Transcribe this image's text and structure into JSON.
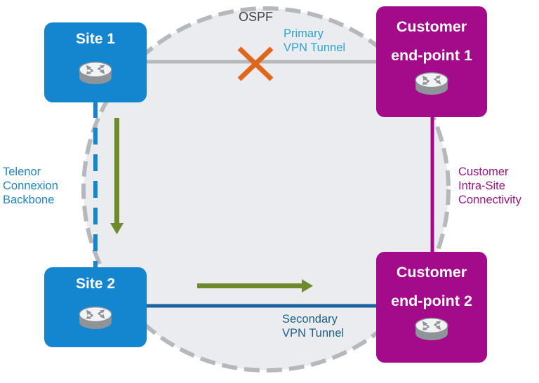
{
  "diagram": {
    "ospf_label": "OSPF",
    "nodes": {
      "site1": {
        "title": "Site 1",
        "icon": "router-icon"
      },
      "site2": {
        "title": "Site 2",
        "icon": "router-icon"
      },
      "cust1": {
        "title_line1": "Customer",
        "title_line2": "end-point 1",
        "icon": "router-icon"
      },
      "cust2": {
        "title_line1": "Customer",
        "title_line2": "end-point 2",
        "icon": "router-icon"
      }
    },
    "links": {
      "primary": {
        "line1": "Primary",
        "line2": "VPN Tunnel",
        "status": "failed",
        "status_icon": "x-mark-icon"
      },
      "secondary": {
        "line1": "Secondary",
        "line2": "VPN Tunnel",
        "status": "active"
      },
      "backbone": {
        "line1": "Telenor",
        "line2": "Connexion",
        "line3": "Backbone"
      },
      "intra_site": {
        "line1": "Customer",
        "line2": "Intra-Site",
        "line3": "Connectivity"
      }
    },
    "flow_arrows": [
      "site1 -> site2",
      "site2 -> customer end-point 2"
    ],
    "colors": {
      "site_blue": "#1486cf",
      "customer_purple": "#a30b8b",
      "primary_label": "#2aa3d3",
      "secondary_label": "#1f5f86",
      "secondary_line": "#1b63a0",
      "primary_line": "#b4b8bc",
      "fail_x": "#e0661c",
      "flow_arrow": "#6f8a2a",
      "ospf_fill": "#eaecef",
      "ospf_border": "#b5b9bd",
      "ospf_text": "#444444"
    }
  }
}
